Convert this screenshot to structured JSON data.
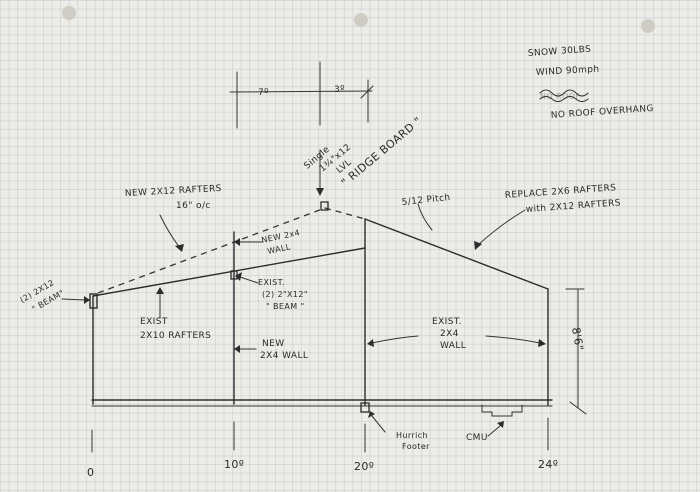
{
  "notes": {
    "snow": "SNOW 30LBS",
    "wind": "WIND 90mph",
    "scribble": "NO ROOF",
    "no_overhang": "NO ROOF OVERHANG"
  },
  "ridge": {
    "dim_left": "7º",
    "dim_right": "3º",
    "label_1": "Single",
    "label_2": "1¾\"x12",
    "label_3": "LVL",
    "label_4": "\" RIDGE BOARD \""
  },
  "labels": {
    "new_rafters_1": "NEW 2X12 RAFTERS",
    "new_rafters_2": "16\" o/c",
    "new_wall_top_1": "NEW 2x4",
    "new_wall_top_2": "WALL",
    "pitch": "5/12 Pitch",
    "replace_1": "REPLACE 2X6 RAFTERS",
    "replace_2": "with 2X12 RAFTERS",
    "beam_left_1": "(2) 2X12",
    "beam_left_2": "\" BEAM\"",
    "exist_beam_1": "EXIST.",
    "exist_beam_2": "(2) 2\"X12\"",
    "exist_beam_3": "\" BEAM \"",
    "exist_rafters_1": "EXIST",
    "exist_rafters_2": "2X10 RAFTERS",
    "new_wall_1": "NEW",
    "new_wall_2": "2X4 WALL",
    "exist_wall_1": "EXIST.",
    "exist_wall_2": "2X4",
    "exist_wall_3": "WALL",
    "height": "8'6\"",
    "footer_1": "Hurrich",
    "footer_2": "Footer",
    "cmu": "CMU"
  },
  "axis": {
    "x0": "0",
    "x10": "10º",
    "x20": "20º",
    "x24": "24º"
  }
}
